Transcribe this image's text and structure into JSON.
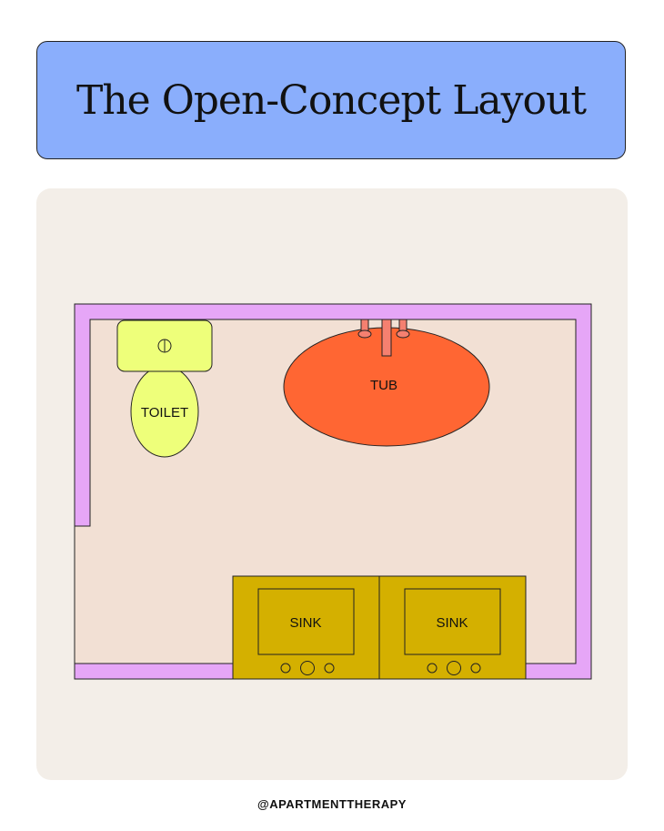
{
  "title": "The Open-Concept Layout",
  "labels": {
    "toilet": "TOILET",
    "tub": "TUB",
    "sink_left": "SINK",
    "sink_right": "SINK"
  },
  "credit": "@APARTMENTTHERAPY",
  "colors": {
    "banner": "#8aaefc",
    "panel": "#f3eee8",
    "floor": "#f2e0d4",
    "wall": "#e6a6f7",
    "toilet": "#eeff7a",
    "tub": "#ff6633",
    "faucet": "#f58070",
    "vanity": "#d4b000"
  }
}
